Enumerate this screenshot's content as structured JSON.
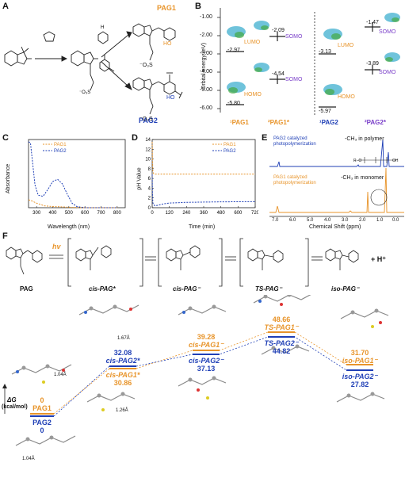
{
  "panels": {
    "A": "A",
    "B": "B",
    "C": "C",
    "D": "D",
    "E": "E",
    "F": "F"
  },
  "panelA": {
    "pag1": "PAG1",
    "pag2": "PAG2",
    "ho": "HO",
    "so3": "⁻O₃S"
  },
  "panelB": {
    "ylabel": "Orbital energy (eV)",
    "yticks": [
      "-1.00",
      "-2.00",
      "-3.00",
      "-4.00",
      "-5.00",
      "-6.00"
    ],
    "lumo": "LUMO",
    "homo": "HOMO",
    "somo": "SOMO",
    "vals": {
      "pag1_lumo": "-2.97",
      "pag1_homo": "-5.80",
      "pag1s_somo_up": "-2.09",
      "pag1s_somo_dn": "-4.54",
      "pag2_lumo": "-3.13",
      "pag2_homo": "-5.97",
      "pag2s_somo_up": "-1.47",
      "pag2s_somo_dn": "-3.89"
    },
    "xlabels": [
      "¹PAG1",
      "²PAG1*",
      "¹PAG2",
      "²PAG2*"
    ]
  },
  "panelC": {
    "ylabel": "Absorbance",
    "xlabel": "Wavelength (nm)",
    "xticks": [
      "300",
      "400",
      "500",
      "600",
      "700",
      "800"
    ],
    "legend": [
      "PAG1",
      "PAG2"
    ]
  },
  "panelD": {
    "ylabel": "pH Value",
    "xlabel": "Time (min)",
    "xticks": [
      "0",
      "120",
      "240",
      "360",
      "480",
      "600",
      "720"
    ],
    "yticks": [
      "0",
      "2",
      "4",
      "6",
      "8",
      "10",
      "12",
      "14"
    ],
    "legend": [
      "PAG1",
      "PAG2"
    ]
  },
  "panelE": {
    "title_blue": "PAG2 catalyzed photopolymerization",
    "title_orange": "PAG1 catalyzed photopolymerization",
    "note_polymer": "-CH₃ in polymer",
    "note_monomer": "-CH₃ in monomer",
    "xlabel": "Chemical Shift (ppm)",
    "xticks": [
      "7.0",
      "6.0",
      "5.0",
      "4.0",
      "3.0",
      "2.0",
      "1.0",
      "0.0"
    ]
  },
  "panelF": {
    "hv": "hv",
    "species": [
      "PAG",
      "cis-PAG*",
      "cis-PAG⁻",
      "TS-PAG⁻",
      "iso-PAG⁻"
    ],
    "proton": "+ H⁺",
    "dg_label": "ΔG",
    "dg_unit": "(kcal/mol)",
    "levels": {
      "pag1": "PAG1",
      "pag1_val": "0",
      "pag2": "PAG2",
      "pag2_val": "0",
      "cis2s": "cis-PAG2*",
      "cis2s_val": "32.08",
      "cis1s": "cis-PAG1*",
      "cis1s_val": "30.86",
      "cis1m": "cis-PAG1⁻",
      "cis1m_val": "39.28",
      "cis2m": "cis-PAG2⁻",
      "cis2m_val": "37.13",
      "ts1": "TS-PAG1⁻",
      "ts1_val": "48.66",
      "ts2": "TS-PAG2⁻",
      "ts2_val": "44.82",
      "iso1": "iso-PAG1⁻",
      "iso1_val": "31.70",
      "iso2": "iso-PAG2⁻",
      "iso2_val": "27.82"
    },
    "distances": [
      "1.67Å",
      "1.04Å",
      "1.26Å",
      "1.04Å"
    ]
  },
  "chart_data": [
    {
      "type": "line",
      "title": "",
      "xlabel": "Wavelength (nm)",
      "ylabel": "Absorbance",
      "xlim": [
        250,
        850
      ],
      "ylim": [
        0,
        3
      ],
      "series": [
        {
          "name": "PAG1",
          "x": [
            250,
            270,
            300,
            350,
            400,
            450,
            500,
            550,
            600,
            700,
            800
          ],
          "y": [
            0.35,
            0.3,
            0.2,
            0.08,
            0.05,
            0.04,
            0.02,
            0.01,
            0.0,
            0.0,
            0.0
          ]
        },
        {
          "name": "PAG2",
          "x": [
            250,
            262,
            275,
            290,
            310,
            340,
            370,
            400,
            430,
            460,
            490,
            520,
            550,
            600,
            700,
            800
          ],
          "y": [
            2.9,
            2.85,
            2.0,
            1.0,
            0.55,
            0.5,
            0.8,
            1.15,
            1.25,
            1.05,
            0.6,
            0.2,
            0.05,
            0.0,
            0.0,
            0.0
          ]
        }
      ]
    },
    {
      "type": "line",
      "title": "",
      "xlabel": "Time (min)",
      "ylabel": "pH Value",
      "xlim": [
        0,
        720
      ],
      "ylim": [
        0,
        14
      ],
      "series": [
        {
          "name": "PAG1",
          "x": [
            0,
            2,
            5,
            10,
            20,
            60,
            120,
            240,
            360,
            480,
            600,
            720
          ],
          "y": [
            13.5,
            10,
            7.5,
            7.0,
            6.9,
            6.9,
            6.9,
            6.9,
            6.9,
            6.9,
            6.9,
            6.9
          ]
        },
        {
          "name": "PAG2",
          "x": [
            0,
            2,
            5,
            10,
            20,
            40,
            80,
            120,
            240,
            360,
            480,
            600,
            720
          ],
          "y": [
            6.8,
            3.0,
            1.0,
            0.6,
            0.4,
            0.5,
            0.8,
            0.95,
            1.1,
            1.15,
            1.2,
            1.22,
            1.25
          ]
        }
      ]
    }
  ]
}
